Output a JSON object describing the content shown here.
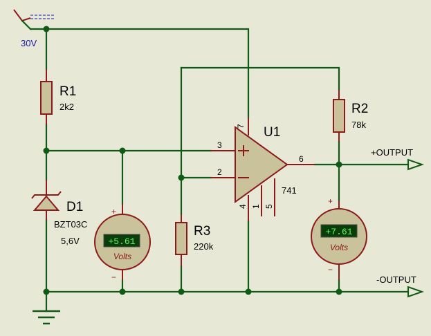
{
  "power": {
    "label": "30V"
  },
  "R1": {
    "ref": "R1",
    "value": "2k2"
  },
  "R2": {
    "ref": "R2",
    "value": "78k"
  },
  "R3": {
    "ref": "R3",
    "value": "220k"
  },
  "D1": {
    "ref": "D1",
    "part": "BZT03C",
    "value": "5,6V"
  },
  "U1": {
    "ref": "U1",
    "part": "741",
    "pins": {
      "p7": "7",
      "p3": "3",
      "p2": "2",
      "p6": "6",
      "p4": "4",
      "p1": "1",
      "p5": "5"
    }
  },
  "meter1": {
    "reading": "+5.61",
    "unit": "Volts",
    "plus": "+",
    "minus": "−"
  },
  "meter2": {
    "reading": "+7.61",
    "unit": "Volts",
    "plus": "+",
    "minus": "−"
  },
  "outputs": {
    "pos": "+OUTPUT",
    "neg": "-OUTPUT"
  },
  "colors": {
    "wire": "#0f5a15",
    "component": "#8b1a1a",
    "background": "#e8e8d6"
  }
}
